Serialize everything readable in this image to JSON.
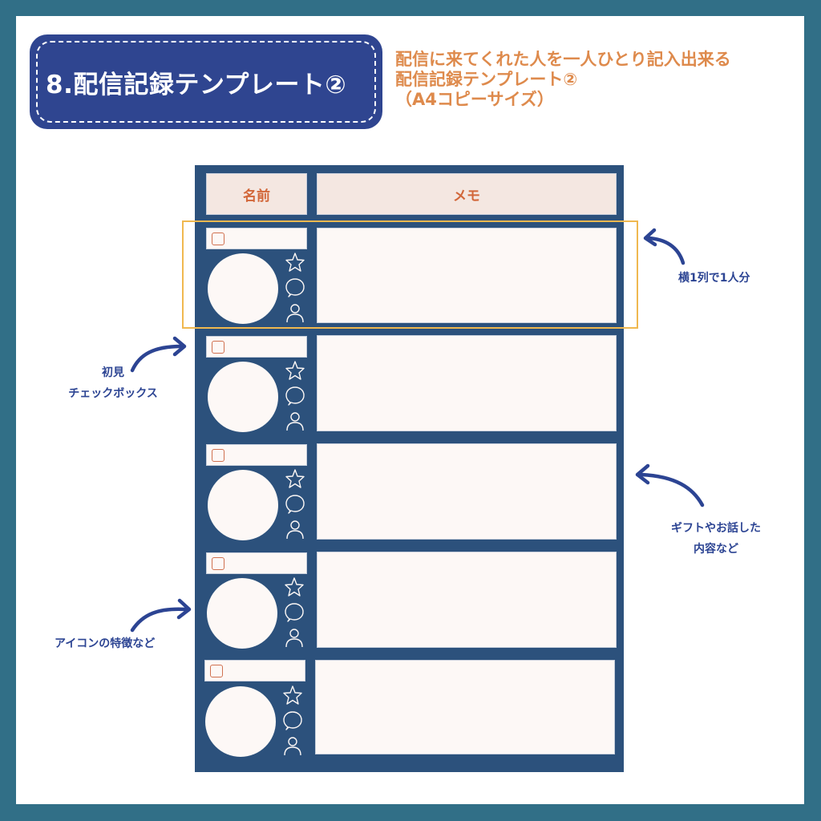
{
  "title_badge": {
    "text": "8.配信記録テンプレート②"
  },
  "subtitle": {
    "lines": [
      "配信に来てくれた人を一人ひとり記入出来る",
      "配信記録テンプレート②",
      "（A4コピーサイズ）"
    ]
  },
  "table": {
    "headers": {
      "name": "名前",
      "memo": "メモ"
    },
    "rows": [
      {
        "name": "",
        "memo": "",
        "first_visit_checked": false
      },
      {
        "name": "",
        "memo": "",
        "first_visit_checked": false
      },
      {
        "name": "",
        "memo": "",
        "first_visit_checked": false
      },
      {
        "name": "",
        "memo": "",
        "first_visit_checked": false
      },
      {
        "name": "",
        "memo": "",
        "first_visit_checked": false
      }
    ],
    "row_icons": [
      "star-icon",
      "speech-bubble-icon",
      "person-icon"
    ]
  },
  "annotations": {
    "one_row_per_person": "横1列で1人分",
    "first_visit_checkbox": [
      "初見",
      "チェックボックス"
    ],
    "gift_talk": [
      "ギフトやお話した",
      "内容など"
    ],
    "icon_features": "アイコンの特徴など"
  },
  "colors": {
    "frame_teal": "#316f87",
    "badge_navy": "#2f4590",
    "panel_navy": "#2c517c",
    "accent_orange": "#de8a4c",
    "header_text": "#d2673a",
    "highlight_yellow": "#f0b84f",
    "note_blue": "#2c4493",
    "cell_fill": "#fdf8f6",
    "header_fill": "#f4e7e1"
  }
}
